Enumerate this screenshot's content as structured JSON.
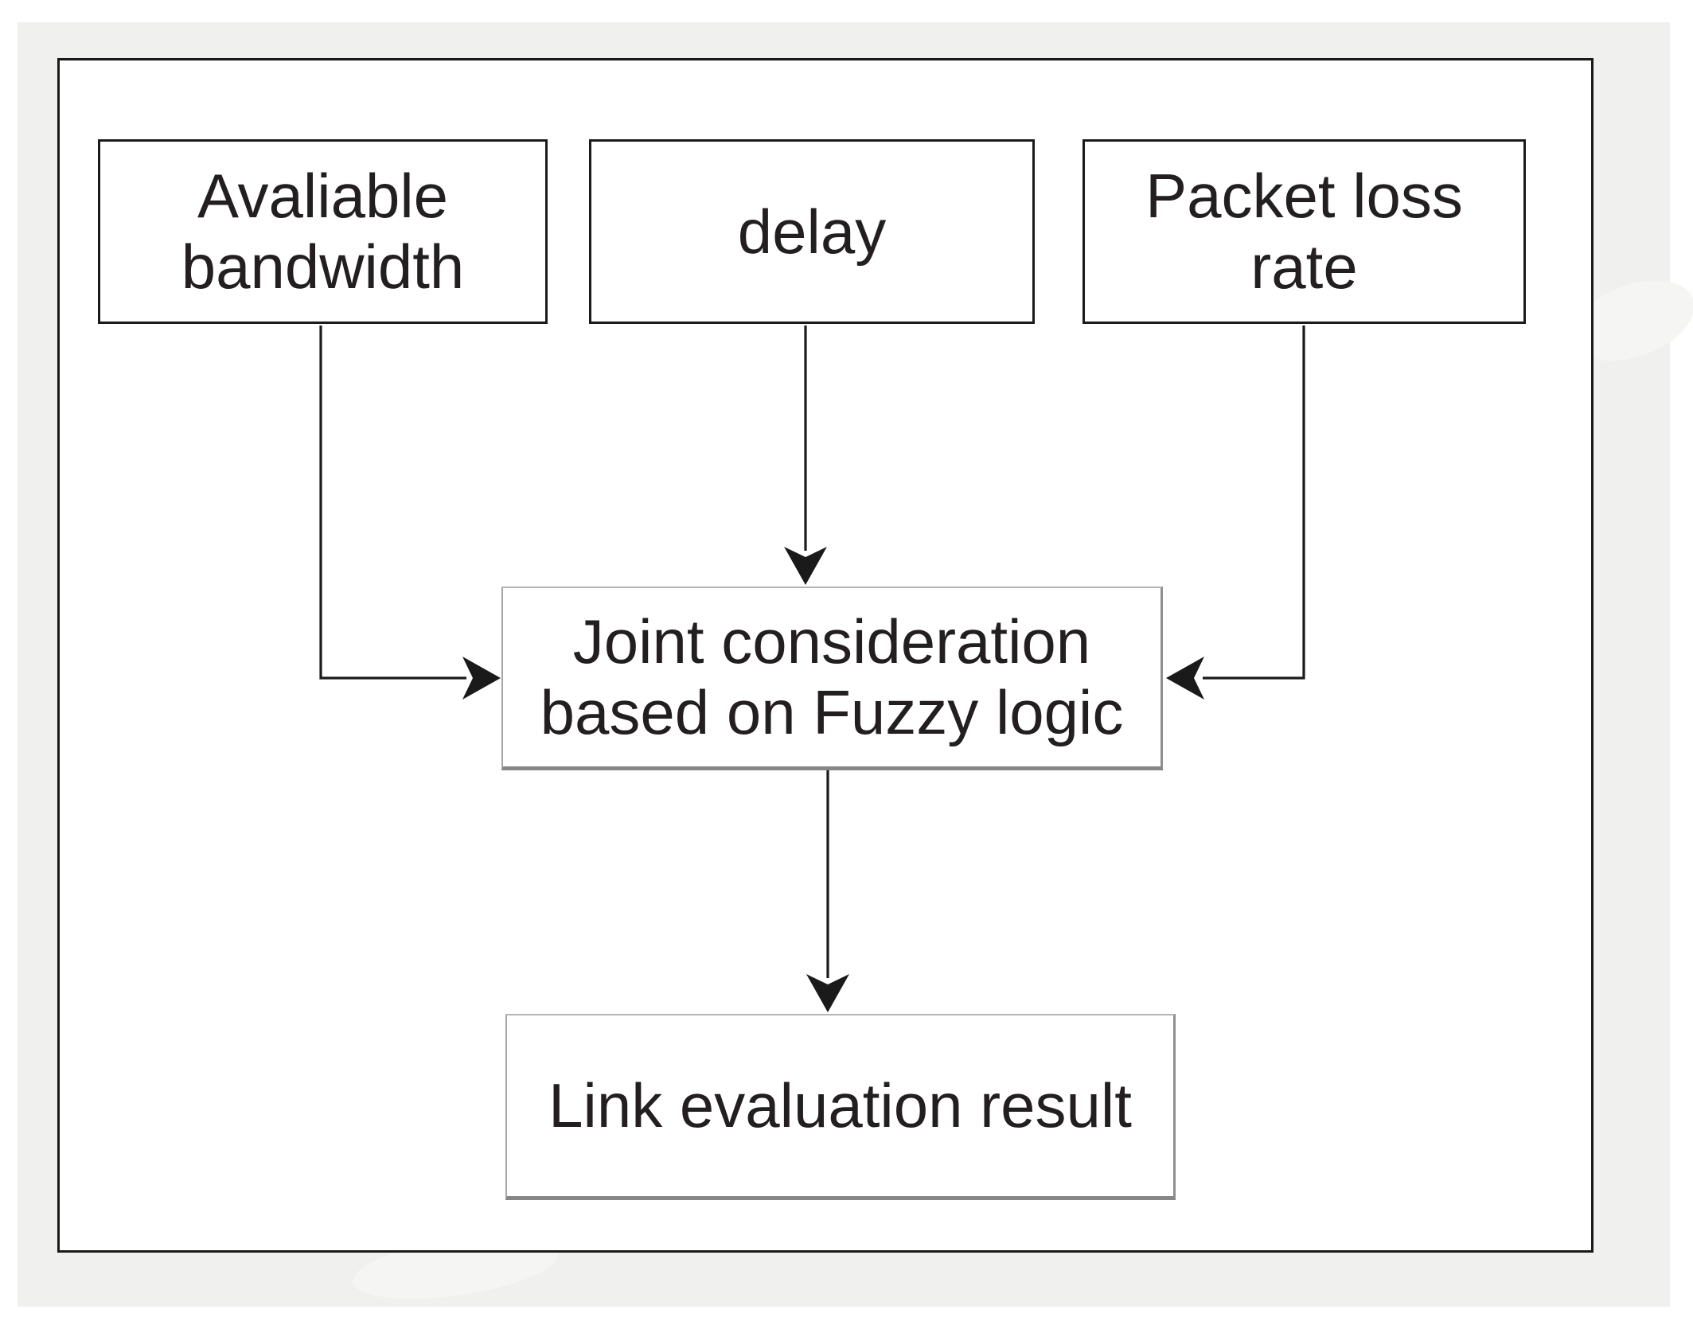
{
  "colors": {
    "page_bg": "#ffffff",
    "canvas_bg": "#f0f0ee",
    "ink": "#1a1a1a",
    "text": "#231f20",
    "node_bg": "#ffffff",
    "node_border_dark": "#1a1a1a",
    "node_border_gray": "#a6a6a6",
    "node_shadow": "#868686"
  },
  "nodes": {
    "bandwidth": {
      "lines": [
        "Avaliable",
        "bandwidth"
      ]
    },
    "delay": {
      "lines": [
        "delay"
      ]
    },
    "packet_loss": {
      "lines": [
        "Packet loss",
        "rate"
      ]
    },
    "joint": {
      "lines": [
        "Joint consideration",
        "based on Fuzzy logic"
      ]
    },
    "result": {
      "lines": [
        "Link evaluation result"
      ]
    }
  },
  "edges": [
    {
      "from": "bandwidth",
      "to": "joint"
    },
    {
      "from": "delay",
      "to": "joint"
    },
    {
      "from": "packet_loss",
      "to": "joint"
    },
    {
      "from": "joint",
      "to": "result"
    }
  ]
}
